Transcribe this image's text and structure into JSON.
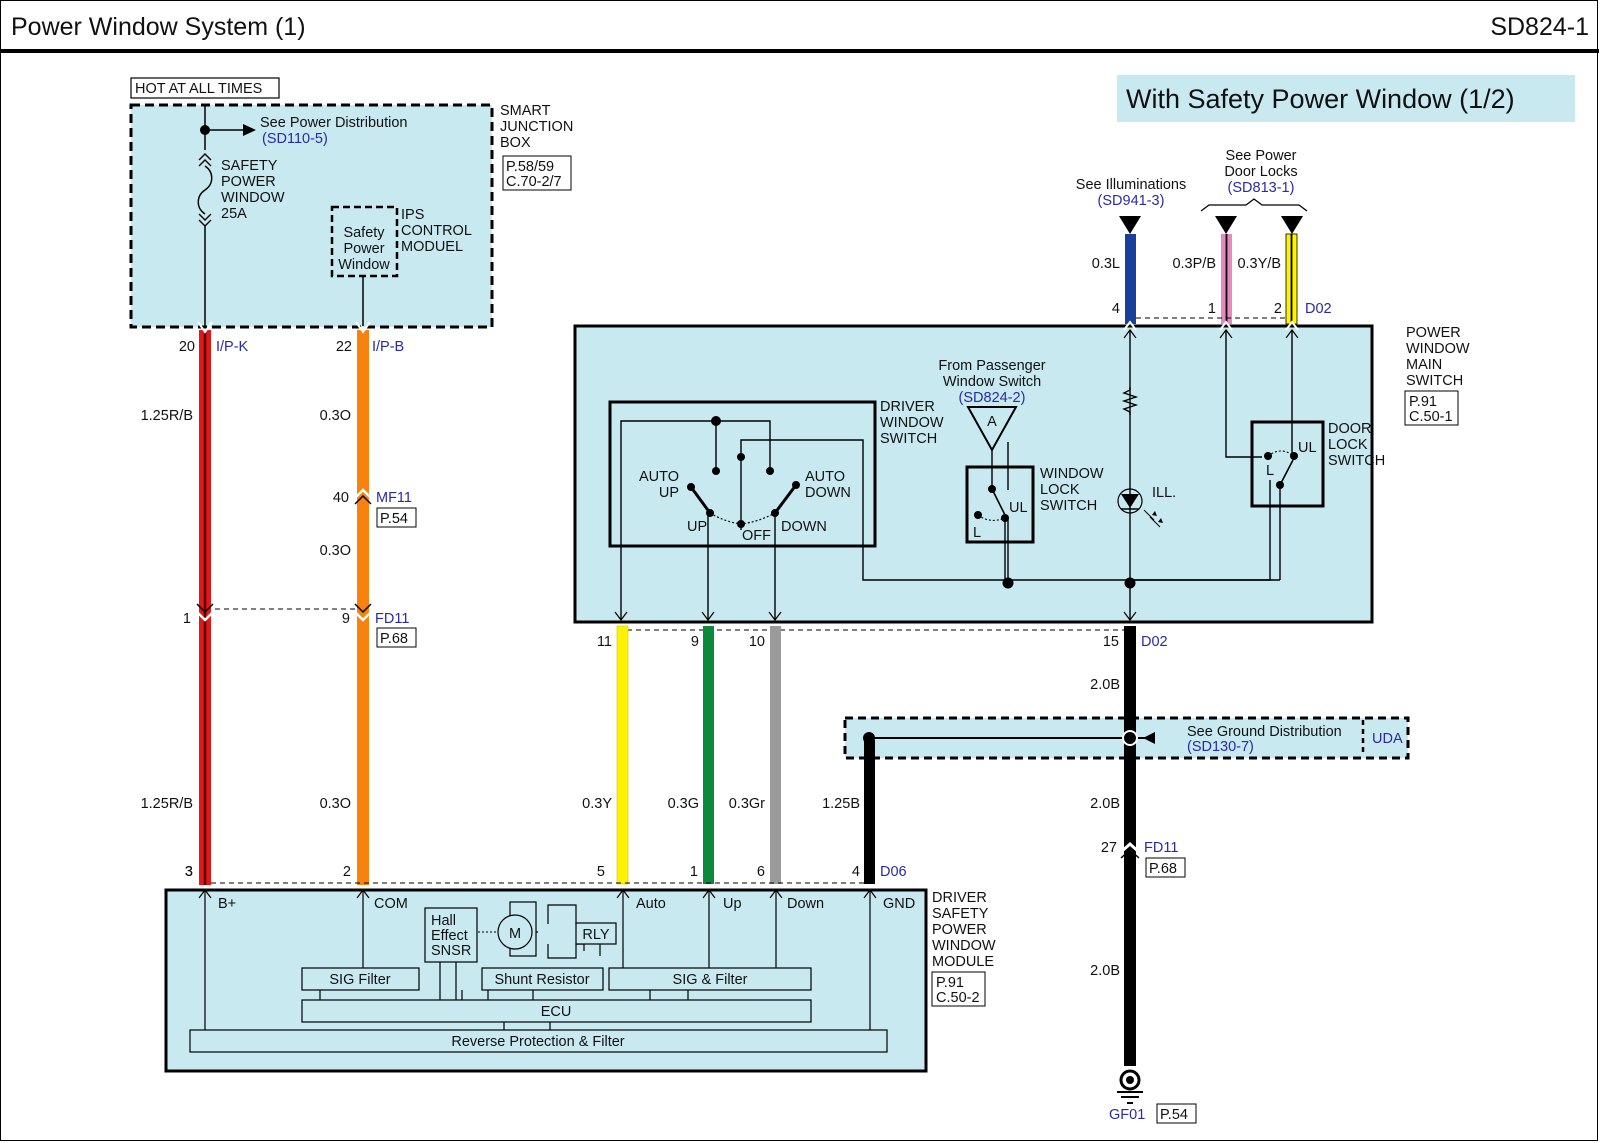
{
  "header": {
    "title": "Power Window System (1)",
    "code": "SD824-1"
  },
  "banner": "With Safety Power Window (1/2)",
  "colors": {
    "component_fill": "#c9e9f1",
    "link_text": "#2a2aa8",
    "wire_red": "#e01818",
    "wire_orange": "#f7830e",
    "wire_yellow": "#fff200",
    "wire_green": "#0a8a3a",
    "wire_gray": "#9a9a9a",
    "wire_black": "#000000",
    "wire_blue": "#1a3f9a",
    "wire_pink": "#e888c0"
  },
  "smart_junction_box": {
    "hot_label": "HOT AT ALL TIMES",
    "name_lines": [
      "SMART",
      "JUNCTION",
      "BOX"
    ],
    "ref_lines": [
      "P.58/59",
      "C.70-2/7"
    ],
    "see_power": "See Power Distribution",
    "see_power_ref": "(SD110-5)",
    "fuse_lines": [
      "SAFETY",
      "POWER",
      "WINDOW",
      "25A"
    ],
    "ips_inner_lines": [
      "Safety",
      "Power",
      "Window"
    ],
    "ips_lines": [
      "IPS",
      "CONTROL",
      "MODUEL"
    ]
  },
  "left_wires": {
    "red": {
      "pin_top": "20",
      "conn_top": "I/P-K",
      "spec_1": "1.25R/B",
      "pin_mid": "1",
      "spec_2": "1.25R/B",
      "pin_bottom": "3"
    },
    "orange": {
      "pin_top": "22",
      "conn_top": "I/P-B",
      "spec_1": "0.3O",
      "pin_mf": "40",
      "conn_mf": "MF11",
      "ref_mf": "P.54",
      "spec_2": "0.3O",
      "pin_fd": "9",
      "conn_fd": "FD11",
      "ref_fd": "P.68",
      "spec_3": "0.3O",
      "pin_bottom": "2"
    }
  },
  "top_refs": {
    "illum": "See Illuminations",
    "illum_ref": "(SD941-3)",
    "door_locks_lines": [
      "See Power",
      "Door Locks"
    ],
    "door_locks_ref": "(SD813-1)",
    "wire_blue_spec": "0.3L",
    "wire_pink_spec": "0.3P/B",
    "wire_yellow_spec": "0.3Y/B",
    "pin_blue": "4",
    "pin_pink": "1",
    "pin_yellow": "2",
    "connector": "D02"
  },
  "main_switch": {
    "name_lines": [
      "POWER",
      "WINDOW",
      "MAIN",
      "SWITCH"
    ],
    "ref_lines": [
      "P.91",
      "C.50-1"
    ],
    "driver_switch_lines": [
      "DRIVER",
      "WINDOW",
      "SWITCH"
    ],
    "auto_up": [
      "AUTO",
      "UP"
    ],
    "auto_down": [
      "AUTO",
      "DOWN"
    ],
    "up": "UP",
    "off": "OFF",
    "down": "DOWN",
    "from_passenger_lines": [
      "From Passenger",
      "Window Switch"
    ],
    "from_passenger_ref": "(SD824-2)",
    "connector_a": "A",
    "window_lock_lines": [
      "WINDOW",
      "LOCK",
      "SWITCH"
    ],
    "ul": "UL",
    "l": "L",
    "ill": "ILL.",
    "door_lock_lines": [
      "DOOR",
      "LOCK",
      "SWITCH"
    ]
  },
  "middle_wires": {
    "yellow": {
      "pin_top": "11",
      "spec": "0.3Y",
      "pin_bottom": "5"
    },
    "green": {
      "pin_top": "9",
      "spec": "0.3G",
      "pin_bottom": "1"
    },
    "gray": {
      "pin_top": "10",
      "spec": "0.3Gr",
      "pin_bottom": "6"
    },
    "black_gnd": {
      "spec": "1.25B",
      "pin_bottom": "4",
      "connector_bottom": "D06"
    }
  },
  "ground": {
    "pin_top": "15",
    "connector_top": "D02",
    "spec_1": "2.0B",
    "see_ground": "See Ground Distribution",
    "see_ground_ref": "(SD130-7)",
    "splice": "UDA",
    "spec_2": "2.0B",
    "pin_fd": "27",
    "conn_fd": "FD11",
    "ref_fd": "P.68",
    "spec_3": "2.0B",
    "gnd_point": "GF01",
    "gnd_ref": "P.54"
  },
  "module": {
    "name_lines": [
      "DRIVER",
      "SAFETY",
      "POWER",
      "WINDOW",
      "MODULE"
    ],
    "ref_lines": [
      "P.91",
      "C.50-2"
    ],
    "terminals": [
      "B+",
      "COM",
      "Auto",
      "Up",
      "Down",
      "GND"
    ],
    "hall_lines": [
      "Hall",
      "Effect",
      "SNSR"
    ],
    "motor": "M",
    "relay": "RLY",
    "sig_filter": "SIG Filter",
    "shunt": "Shunt Resistor",
    "sig_and_filter": "SIG & Filter",
    "ecu": "ECU",
    "reverse": "Reverse Protection & Filter"
  }
}
